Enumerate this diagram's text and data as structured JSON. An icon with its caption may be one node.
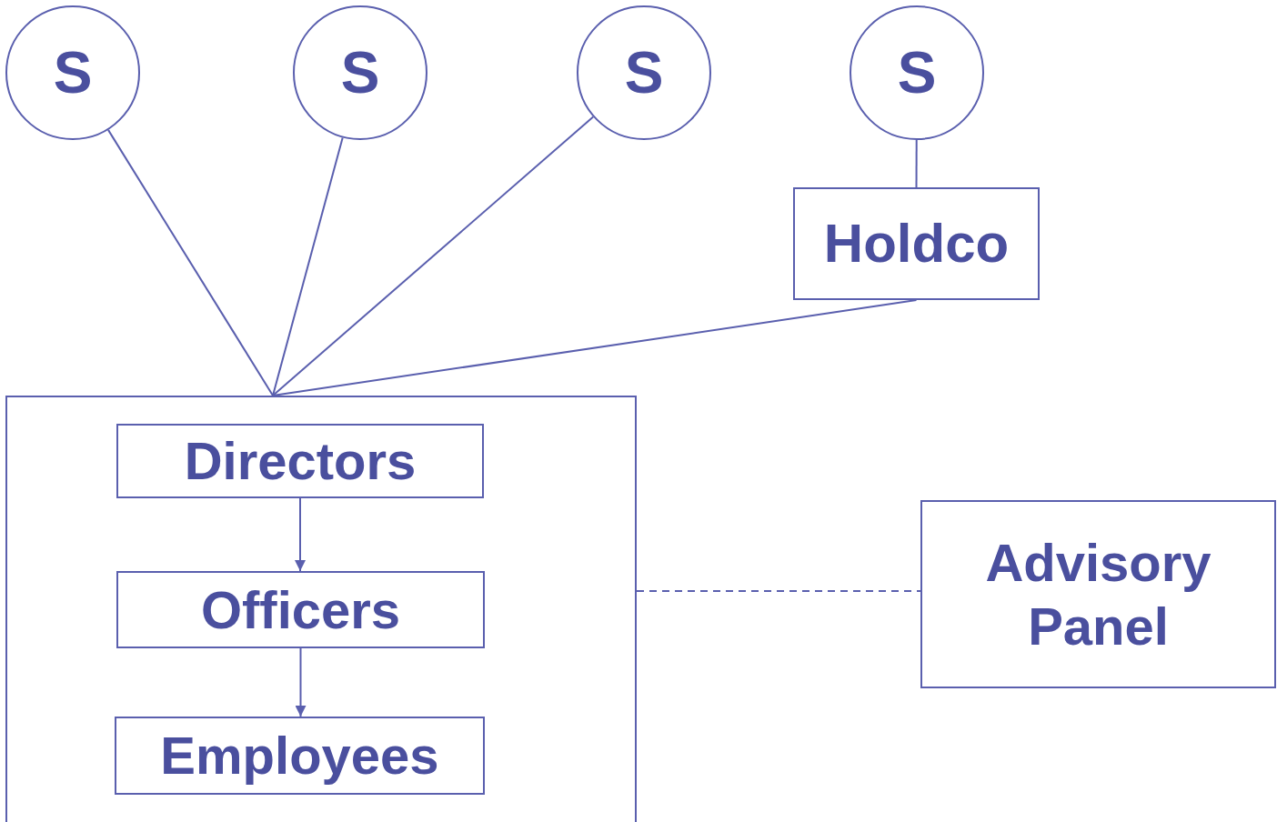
{
  "diagram": {
    "nodes": [
      {
        "text": [
          "S"
        ]
      },
      {
        "text": [
          "S"
        ]
      },
      {
        "text": [
          "S"
        ]
      },
      {
        "text": [
          "S"
        ]
      },
      {
        "text": [
          "Holdco"
        ]
      },
      {
        "text": [],
        "shape": "box"
      },
      {
        "text": [
          "Directors"
        ],
        "in": 5
      },
      {
        "text": [
          "Officers"
        ],
        "in": 5
      },
      {
        "text": [
          "Employees"
        ],
        "in": 5
      },
      {
        "text": [
          "Advisory Panel"
        ]
      }
    ],
    "edges": [
      {
        "from": 0,
        "to": 5,
        "arrow": "none"
      },
      {
        "from": 1,
        "to": 5,
        "arrow": "none"
      },
      {
        "from": 2,
        "to": 5,
        "arrow": "none"
      },
      {
        "from": 3,
        "to": 4,
        "arrow": "none"
      },
      {
        "from": 4,
        "to": 5,
        "arrow": "none"
      },
      {
        "from": 6,
        "to": 7,
        "arrow": "to"
      },
      {
        "from": 7,
        "to": 8,
        "arrow": "to"
      },
      {
        "from": 5,
        "to": 9,
        "arrow": "none",
        "style": "dashed"
      }
    ]
  }
}
